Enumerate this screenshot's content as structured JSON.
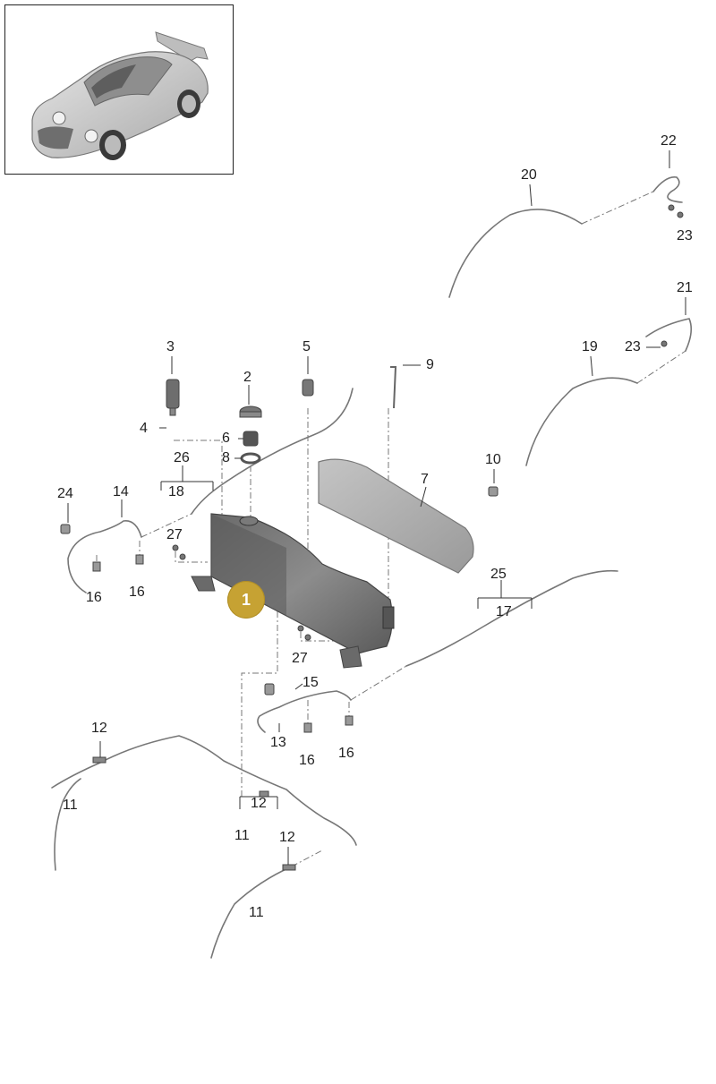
{
  "badge": "1",
  "labels": {
    "l2": "2",
    "l3": "3",
    "l4": "4",
    "l5": "5",
    "l6": "6",
    "l7": "7",
    "l8": "8",
    "l9": "9",
    "l10": "10",
    "l11a": "11",
    "l11b": "11",
    "l11c": "11",
    "l12a": "12",
    "l12b": "12",
    "l12c": "12",
    "l13": "13",
    "l14": "14",
    "l15": "15",
    "l16a": "16",
    "l16b": "16",
    "l16c": "16",
    "l16d": "16",
    "l17": "17",
    "l18": "18",
    "l19": "19",
    "l20": "20",
    "l21": "21",
    "l22": "22",
    "l23a": "23",
    "l23b": "23",
    "l24": "24",
    "l25": "25",
    "l26": "26",
    "l27a": "27",
    "l27b": "27"
  },
  "colors": {
    "badge": "#c6a233",
    "line": "#666666",
    "part": "#9a9a9a"
  }
}
